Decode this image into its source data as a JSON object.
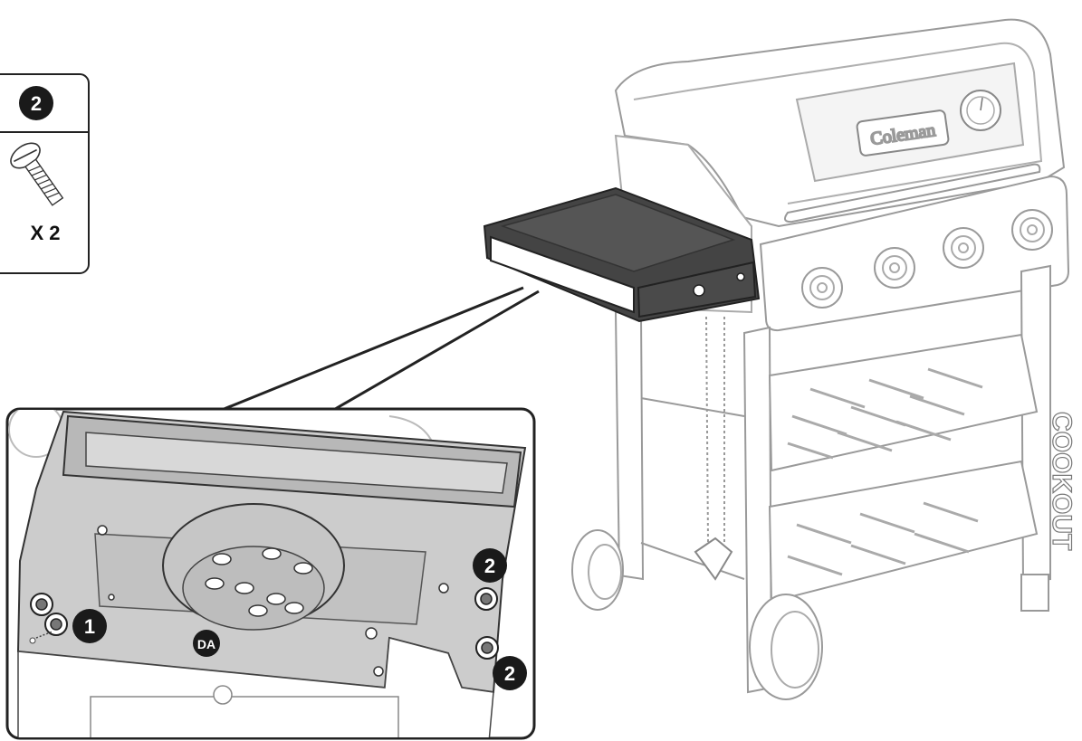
{
  "parts_box": {
    "callout_number": "2",
    "quantity": "X 2"
  },
  "grill": {
    "brand": "Coleman",
    "side_label": "COOKOUT"
  },
  "detail_view": {
    "callouts": [
      {
        "id": "screw-1",
        "label": "1"
      },
      {
        "id": "screw-2-upper",
        "label": "2"
      },
      {
        "id": "screw-2-lower",
        "label": "2"
      }
    ],
    "part_label": "DA"
  },
  "colors": {
    "badge": "#1a1a1a",
    "line": "#8a8a8a",
    "detail_fill": "#c9c9c9",
    "dark_tray": "#3d3d3d"
  },
  "icons": [
    "screw-icon",
    "numbered-badge-icon",
    "burner-knob-icon",
    "thermometer-icon",
    "wheel-icon"
  ]
}
